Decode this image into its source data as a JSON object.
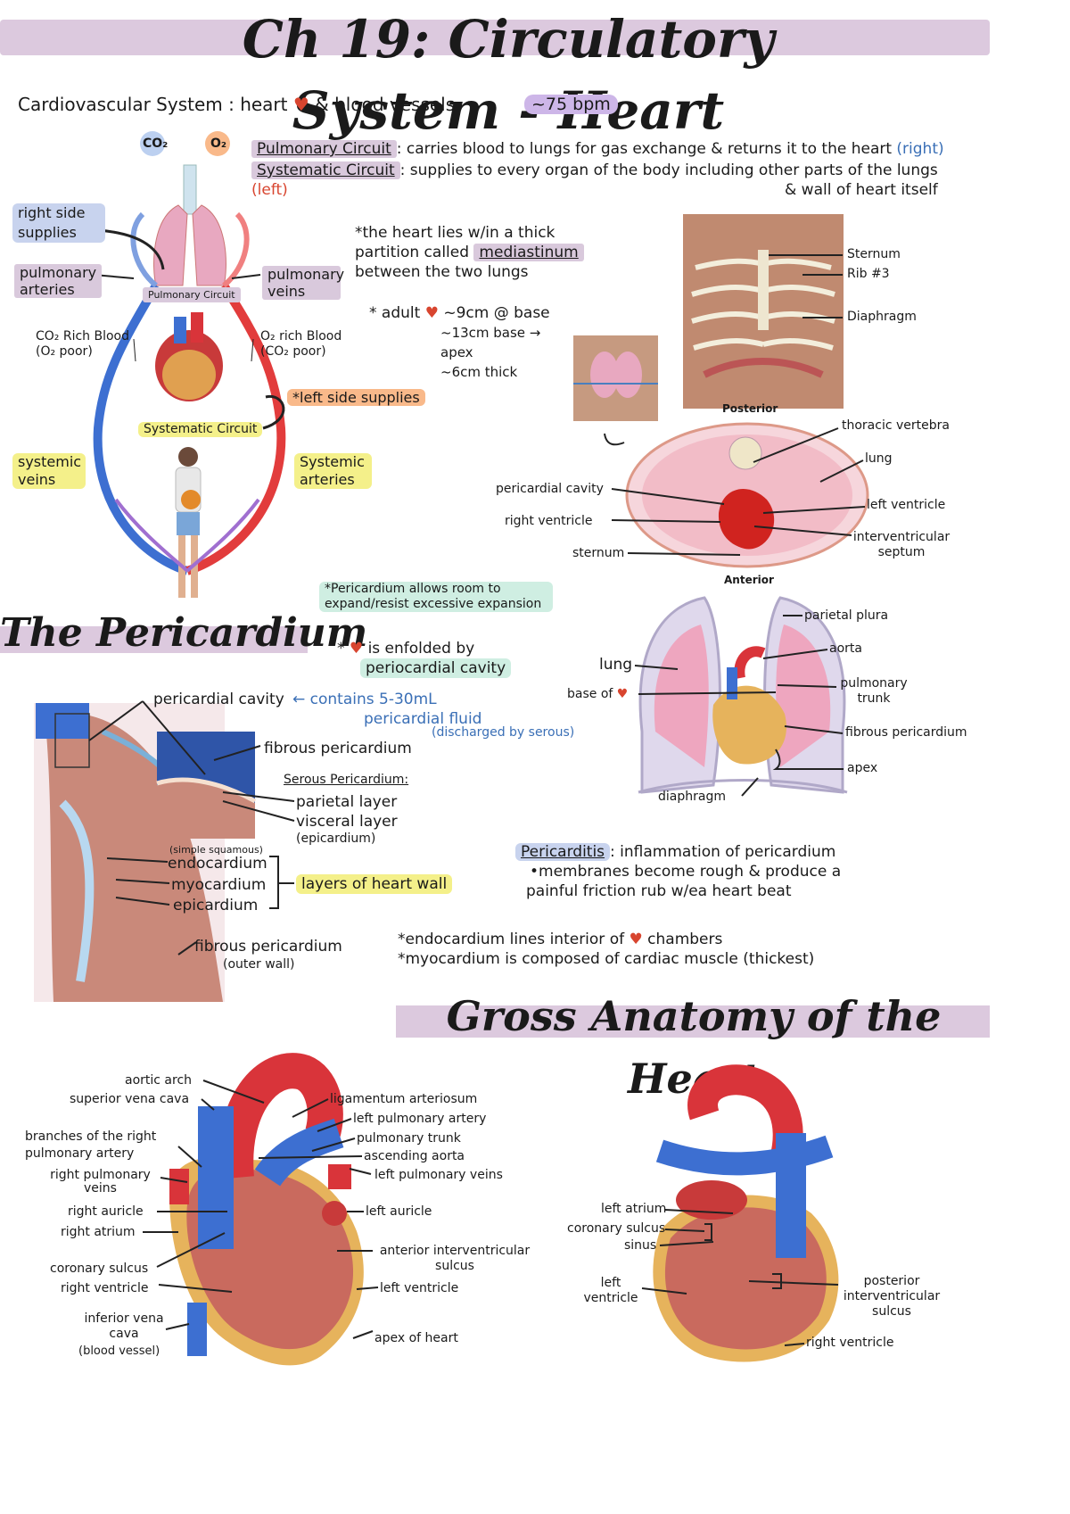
{
  "header": {
    "title": "Ch 19: Circulatory System - Heart",
    "subtitle_left": "Cardiovascular System : heart",
    "subtitle_right": "& blood vessels",
    "bpm": "~75 bpm"
  },
  "circuits": {
    "pulmonary_name": "Pulmonary Circuit",
    "pulmonary_desc": ": carries blood to lungs for gas exchange & returns it to the heart",
    "pulmonary_side": "(right)",
    "systemic_name": "Systematic Circuit",
    "systemic_desc": ": supplies to every organ of the body including other parts of the lungs",
    "systemic_side": "(left)",
    "systemic_desc2": "& wall of heart itself"
  },
  "circulation_diagram": {
    "co2": "CO₂",
    "o2": "O₂",
    "right_side_supplies": "right side supplies",
    "pulmonary_arteries": "pulmonary arteries",
    "pulmonary_veins": "pulmonary veins",
    "pulmonary_circuit": "Pulmonary Circuit",
    "co2_rich": "CO₂ Rich Blood",
    "co2_rich_sub": "(O₂ poor)",
    "o2_rich": "O₂ rich Blood",
    "o2_rich_sub": "(CO₂ poor)",
    "left_side_supplies": "*left side supplies",
    "systematic_circuit": "Systematic Circuit",
    "systemic_veins": "systemic veins",
    "systemic_arteries": "Systemic arteries"
  },
  "mediastinum_note": {
    "line1": "*the heart lies w/in a thick",
    "line2a": "partition called",
    "line2b": "mediastinum",
    "line3": "between the two lungs",
    "adult": "* adult",
    "size1": "~9cm @ base",
    "size2": "~13cm base → apex",
    "size3": "~6cm thick"
  },
  "thorax": {
    "sternum": "Sternum",
    "rib": "Rib #3",
    "diaphragm": "Diaphragm"
  },
  "cross_section": {
    "posterior": "Posterior",
    "anterior": "Anterior",
    "thoracic_vertebra": "thoracic vertebra",
    "lung": "lung",
    "left_ventricle": "left ventricle",
    "interventricular_septum": "interventricular septum",
    "pericardial_cavity": "pericardial cavity",
    "right_ventricle": "right ventricle",
    "sternum": "sternum"
  },
  "pericardium": {
    "heading": "The Pericardium",
    "room_note": "*Pericardium allows room to expand/resist excessive expansion",
    "enfolded_a": "is enfolded by",
    "enfolded_b": "periocardial cavity",
    "pericardial_cavity": "pericardial cavity",
    "contains": "← contains 5-30mL",
    "fluid": "pericardial fluid",
    "discharged": "(discharged by serous)",
    "fibrous_pericardium": "fibrous pericardium",
    "serous_pericardium": "Serous Pericardium:",
    "parietal_layer": "parietal layer",
    "visceral_layer": "visceral layer",
    "epicardium_paren": "(epicardium)",
    "simple_squamous": "(simple squamous)",
    "endocardium": "endocardium",
    "myocardium": "myocardium",
    "epicardium": "epicardium",
    "layers": "layers of heart wall",
    "fibrous_outer": "fibrous pericardium",
    "outer_wall": "(outer wall)",
    "parietal_plura": "parietal plura",
    "aorta": "aorta",
    "lung": "lung",
    "base_of": "base of",
    "pulmonary_trunk": "pulmonary trunk",
    "fibrous_pericardium2": "fibrous pericardium",
    "apex": "apex",
    "diaphragm": "diaphragm"
  },
  "pericarditis": {
    "name": "Pericarditis",
    "desc": ": inflammation of pericardium",
    "line2": "•membranes become rough & produce a",
    "line3": "painful friction rub w/ea heart beat"
  },
  "facts": {
    "f1a": "*endocardium lines interior of",
    "f1b": "chambers",
    "f2": "*myocardium is composed of cardiac muscle (thickest)"
  },
  "gross_anatomy": {
    "heading": "Gross Anatomy of the Heart",
    "aortic_arch": "aortic arch",
    "svc": "superior vena cava",
    "branches": "branches of the right pulmonary artery",
    "right_pulm_veins": "right pulmonary veins",
    "right_auricle": "right auricle",
    "right_atrium": "right atrium",
    "coronary_sulcus": "coronary sulcus",
    "right_ventricle": "right ventricle",
    "ivc": "inferior vena cava",
    "blood_vessel": "(blood vessel)",
    "ligamentum": "ligamentum arteriosum",
    "left_pulm_artery": "left pulmonary artery",
    "pulm_trunk": "pulmonary trunk",
    "ascending_aorta": "ascending aorta",
    "left_pulm_veins": "left pulmonary veins",
    "left_auricle": "left auricle",
    "ant_interventricular": "anterior interventricular sulcus",
    "left_ventricle": "left ventricle",
    "apex": "apex of heart",
    "left_atrium": "left atrium",
    "coronary_sulcus2": "coronary sulcus",
    "sinus": "sinus",
    "left_ventricle2": "left ventricle",
    "post_interventricular": "posterior interventricular sulcus",
    "right_ventricle2": "right ventricle"
  },
  "colors": {
    "highlight_lavender": "#d9c9dc",
    "highlight_yellow": "#f4f08a",
    "highlight_blue": "#c8d3ee",
    "highlight_orange": "#f9b98a",
    "artery_red": "#d9343a",
    "vein_blue": "#3d6fd1"
  }
}
